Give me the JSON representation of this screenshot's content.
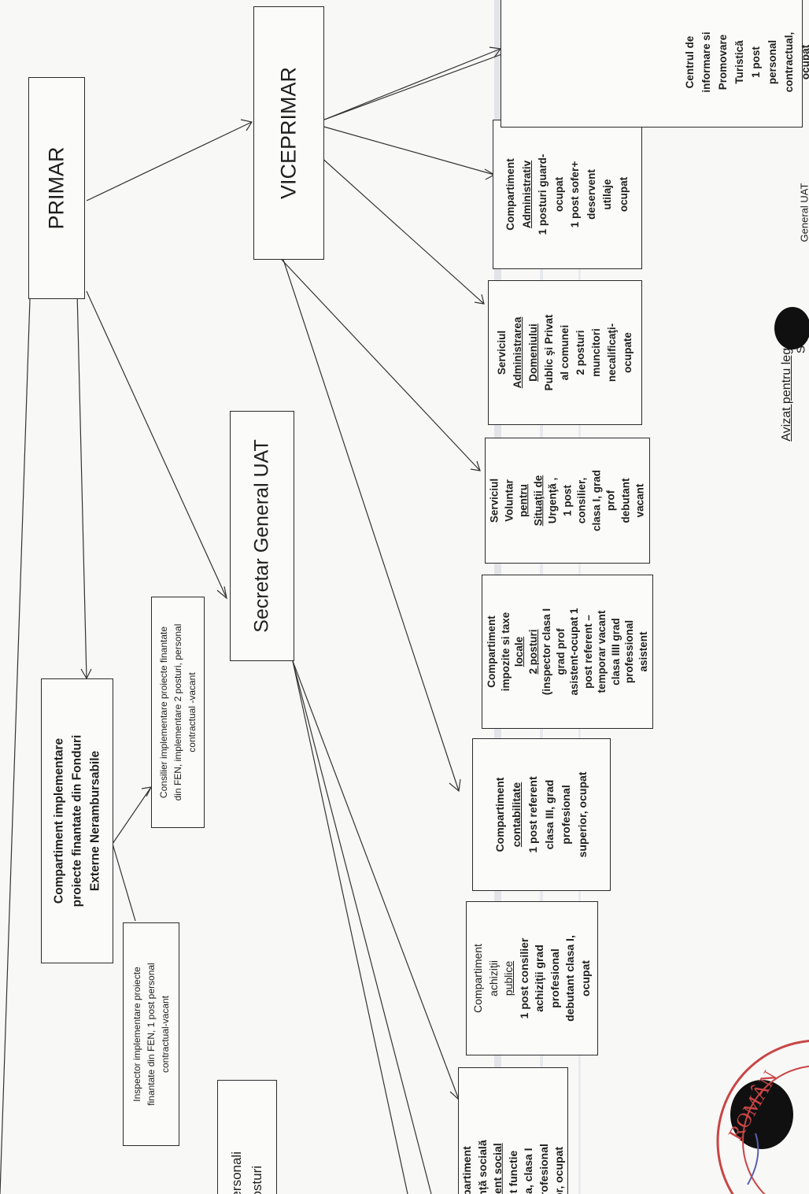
{
  "nodes": {
    "primar": "PRIMAR",
    "viceprimar": "VICEPRIMAR",
    "secretar": "Secretar General UAT",
    "fen_comp": [
      "Compartiment implementare",
      "proiecte finantate din Fonduri",
      "Externe Nerambursabile"
    ],
    "fen_consilier": [
      "Consilier implementare proiecte finantate",
      "din FEN, implementare 2 posturi, personal",
      "contractual -vacant"
    ],
    "fen_inspector": [
      "Inspector implementare proiecte",
      "finantate din FEN, 1 post personal",
      "contractual-vacant"
    ],
    "personal_partial": [
      "personali",
      "posturi"
    ],
    "asistenta": [
      "ompartiment",
      "stență socială",
      "sistent social",
      "post functie",
      "blica, clasa I",
      "d profesional",
      "erior, ocupat"
    ],
    "achizitii": [
      "Compartiment",
      "achiziţii",
      "publice",
      "1 post consilier",
      "achiziţii grad",
      "profesional",
      "debutant clasa I,",
      "ocupat"
    ],
    "contabilitate": [
      "Compartiment",
      "contabilitate",
      "1 post referent",
      "clasa III, grad",
      "profesional",
      "superior, ocupat"
    ],
    "impozite": [
      "Compartiment",
      "impozite si taxe",
      "locale",
      "2 posturi",
      "(inspector clasa I",
      "grad prof",
      "asistent-ocupat 1",
      "post referent –",
      "temporar vacant",
      "clasa IIII grad",
      "professional",
      "asistent"
    ],
    "svsu": [
      "Serviciul",
      "Voluntar",
      "pentru",
      "Situaţii de",
      "Urgenţă ,",
      "1 post",
      "consilier,",
      "clasa I, grad",
      "prof",
      "debutant",
      "vacant"
    ],
    "domeniu": [
      "Serviciul",
      "Administrarea",
      "Domeniului",
      "Public şi Privat",
      "al comunei",
      "2 posturi",
      "muncitori",
      "necalificaţi-",
      "ocupate"
    ],
    "administrativ": [
      "Compartiment",
      "Administrativ",
      "1 posturi guard-",
      "ocupat",
      "1 post sofer+",
      "deservent",
      "utilaje",
      "ocupat"
    ],
    "turism": [
      "Centrul de",
      "informare si",
      "Promovare",
      "Turistică",
      "1 post",
      "personal",
      "contractual,",
      "ocupat"
    ]
  },
  "footer": {
    "aviz": "Avizat pentru legalitate",
    "line2": "Se",
    "line3": "General UAT"
  },
  "seal_text": "ROMÂN"
}
